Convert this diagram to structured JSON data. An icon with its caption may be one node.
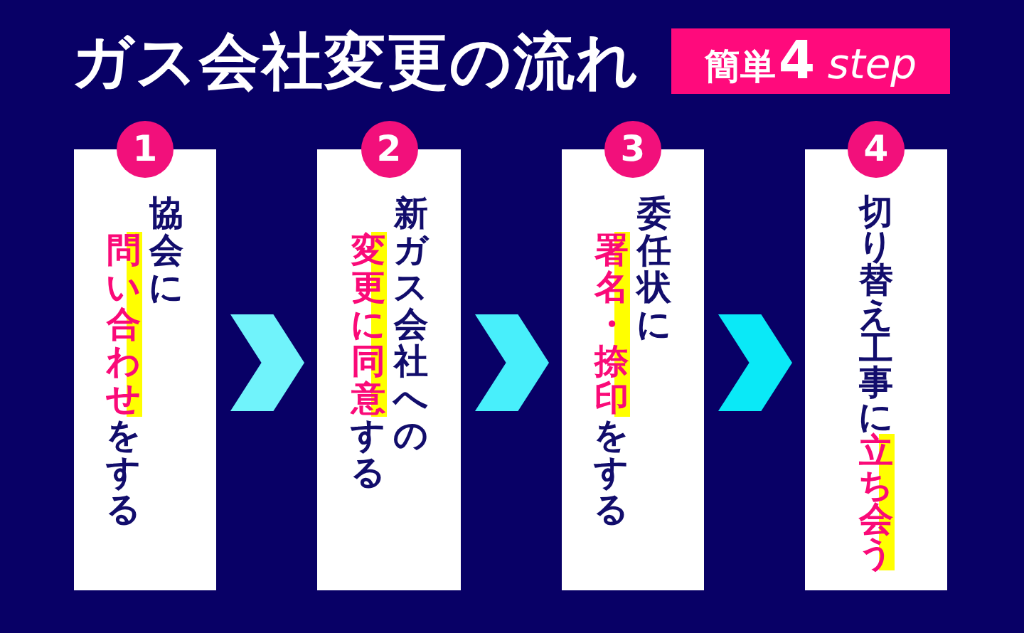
{
  "diagram": {
    "title": "ガス会社変更の流れ",
    "nodes": [
      {
        "text": [
          "簡単**4** *step*"
        ]
      },
      {
        "text": [
          "1",
          "協会に**問い合わせ**をする"
        ]
      },
      {
        "text": [
          "2",
          "新ガス会社への**変更に同意**する"
        ]
      },
      {
        "text": [
          "3",
          "委任状に**署名・捺印**をする"
        ]
      },
      {
        "text": [
          "4",
          "切り替え工事に**立ち会う**"
        ]
      }
    ],
    "edges": [
      {
        "from": 1,
        "to": 2,
        "arrow": "to",
        "color": "#70f3fb"
      },
      {
        "from": 2,
        "to": 3,
        "arrow": "to",
        "color": "#48effb"
      },
      {
        "from": 3,
        "to": 4,
        "arrow": "to",
        "color": "#0ae9f7"
      }
    ]
  }
}
